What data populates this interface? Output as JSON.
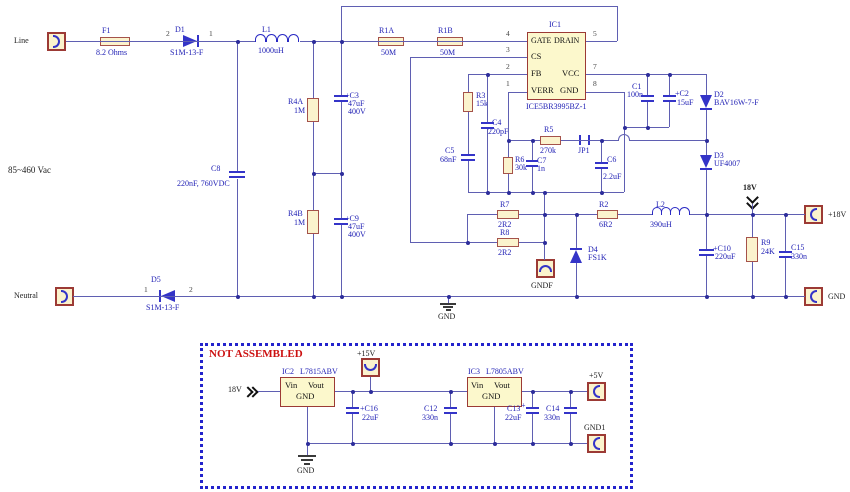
{
  "schematic": {
    "input_rating": "85~460 Vac",
    "not_assembled": "NOT ASSEMBLED",
    "net_18v": "18V",
    "gnd_label": "GND"
  },
  "connectors": {
    "line": "Line",
    "neutral": "Neutral",
    "gndf": "GNDF",
    "plus18": "+18V",
    "gnd": "GND",
    "plus15": "+15V",
    "plus5": "+5V",
    "gnd1": "GND1"
  },
  "ic1": {
    "ref": "IC1",
    "part": "ICE5BR3995BZ-1",
    "gate": "GATE",
    "drain": "DRAIN",
    "cs": "CS",
    "fb": "FB",
    "vcc": "VCC",
    "verr": "VERR",
    "gnd": "GND",
    "n_gate": "4",
    "n_drain": "5",
    "n_cs": "3",
    "n_fb": "2",
    "n_vcc": "7",
    "n_verr": "1",
    "n_gnd": "8"
  },
  "ic2": {
    "ref": "IC2",
    "part": "L7815ABV",
    "vin": "Vin",
    "vout": "Vout",
    "gnd": "GND"
  },
  "ic3": {
    "ref": "IC3",
    "part": "L7805ABV",
    "vin": "Vin",
    "vout": "Vout",
    "gnd": "GND"
  },
  "parts": {
    "f1": {
      "ref": "F1",
      "val": "8.2 Ohms"
    },
    "d1": {
      "ref": "D1",
      "val": "S1M-13-F",
      "pa": "2",
      "pb": "1"
    },
    "d5": {
      "ref": "D5",
      "val": "S1M-13-F",
      "pa": "1",
      "pb": "2"
    },
    "l1": {
      "ref": "L1",
      "val": "1000uH"
    },
    "c8": {
      "ref": "C8",
      "val": "220nF, 760VDC"
    },
    "r4a": {
      "ref": "R4A",
      "val": "1M"
    },
    "r4b": {
      "ref": "R4B",
      "val": "1M"
    },
    "c3": {
      "ref": "+C3",
      "v1": "47uF",
      "v2": "400V"
    },
    "c9": {
      "ref": "+C9",
      "v1": "47uF",
      "v2": "400V"
    },
    "r1a": {
      "ref": "R1A",
      "val": "50M"
    },
    "r1b": {
      "ref": "R1B",
      "val": "50M"
    },
    "r3": {
      "ref": "R3",
      "val": "15k"
    },
    "c4": {
      "ref": "C4",
      "val": "220pF"
    },
    "c5": {
      "ref": "C5",
      "val": "68nF"
    },
    "r5": {
      "ref": "R5",
      "val": "270k"
    },
    "jp1": {
      "ref": "JP1"
    },
    "r6": {
      "ref": "R6",
      "val": "30k"
    },
    "c7": {
      "ref": "C7",
      "val": "1n"
    },
    "c6": {
      "ref": "C6",
      "val": "2.2uF"
    },
    "c1": {
      "ref": "C1",
      "val": "100n"
    },
    "c2": {
      "ref": "+C2",
      "val": "15uF"
    },
    "d2": {
      "ref": "D2",
      "val": "BAV16W-7-F"
    },
    "d3": {
      "ref": "D3",
      "val": "UF4007"
    },
    "r7": {
      "ref": "R7",
      "val": "2R2"
    },
    "r8": {
      "ref": "R8",
      "val": "2R2"
    },
    "d4": {
      "ref": "D4",
      "val": "FS1K"
    },
    "r2": {
      "ref": "R2",
      "val": "6R2"
    },
    "l2": {
      "ref": "L2",
      "val": "390uH"
    },
    "c10": {
      "ref": "+C10",
      "val": "220uF"
    },
    "r9": {
      "ref": "R9",
      "val": "24K"
    },
    "c15": {
      "ref": "C15",
      "val": "330n"
    },
    "c16": {
      "ref": "+C16",
      "val": "22uF"
    },
    "c12": {
      "ref": "C12",
      "val": "330n"
    },
    "c13": {
      "ref": "C13",
      "val": "22uF",
      "plus": "+"
    },
    "c14": {
      "ref": "C14",
      "val": "330n"
    }
  },
  "colors": {
    "wire": "#5f5fb2",
    "symbol": "#3434c8",
    "outline": "#a5524a",
    "fill": "#fbf3cd",
    "label": "#1f1fb4",
    "not_assembled": "#cc1111",
    "dotted_border": "#2323cc"
  }
}
